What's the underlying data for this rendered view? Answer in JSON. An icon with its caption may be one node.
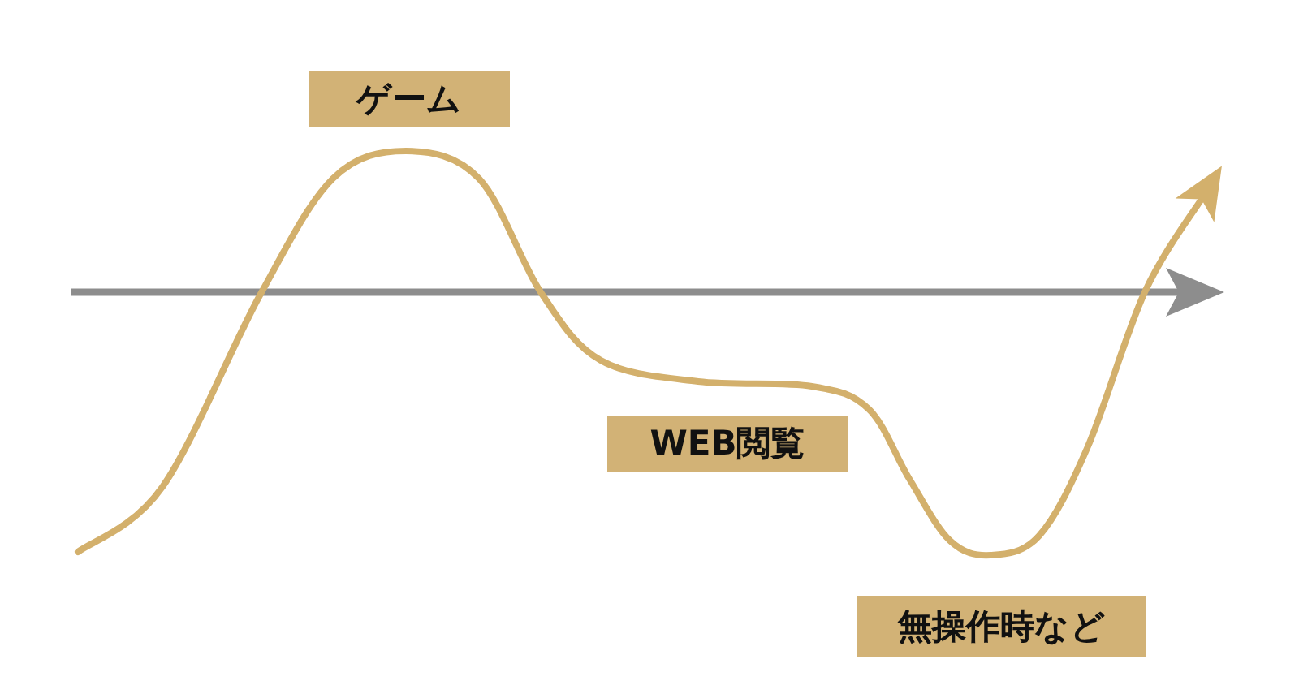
{
  "diagram": {
    "nodes": [
      {
        "text": [
          "ゲーム"
        ]
      },
      {
        "text": [
          "WEB閲覧"
        ]
      },
      {
        "text": [
          "無操作時など"
        ]
      }
    ]
  }
}
